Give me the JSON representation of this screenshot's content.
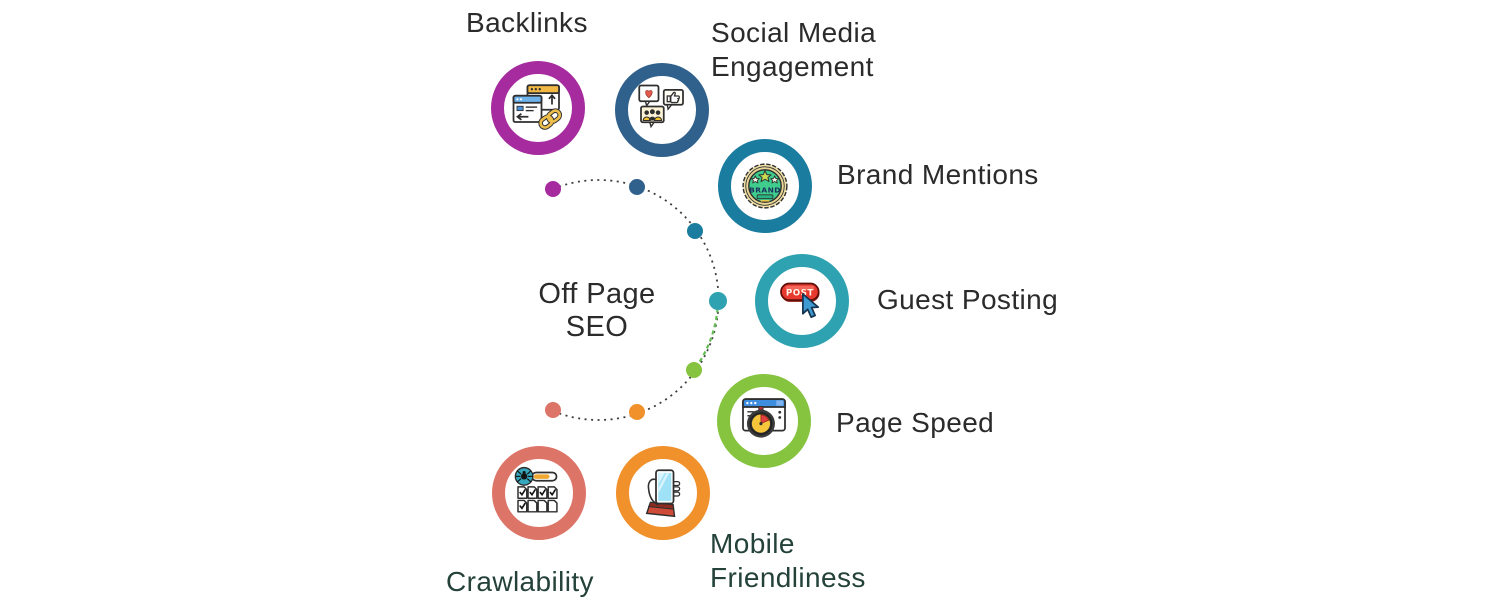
{
  "title": {
    "lines": [
      "Off Page",
      "SEO"
    ]
  },
  "items": [
    {
      "lines": [
        "Backlinks"
      ],
      "color": "#A62B9E",
      "icon": "backlinks-browser-chain-icon"
    },
    {
      "lines": [
        "Social Media",
        "Engagement"
      ],
      "color": "#30618C",
      "icon": "social-bubbles-icon"
    },
    {
      "lines": [
        "Brand Mentions"
      ],
      "color": "#1A7C9E",
      "icon": "brand-badge-icon",
      "icon_text": "BRAND"
    },
    {
      "lines": [
        "Guest Posting"
      ],
      "color": "#2EA2B0",
      "icon": "post-button-cursor-icon",
      "icon_text": "POST"
    },
    {
      "lines": [
        "Page Speed"
      ],
      "color": "#86C440",
      "icon": "speedometer-window-icon"
    },
    {
      "lines": [
        "Mobile",
        "Friendliness"
      ],
      "color": "#F0912B",
      "icon": "hand-phone-icon"
    },
    {
      "lines": [
        "Crawlability"
      ],
      "color": "#DD7468",
      "icon": "spider-crawl-docs-icon"
    }
  ],
  "connector": {
    "arc_color": "#3d3d3d",
    "green_segment_color": "#63BB53"
  }
}
